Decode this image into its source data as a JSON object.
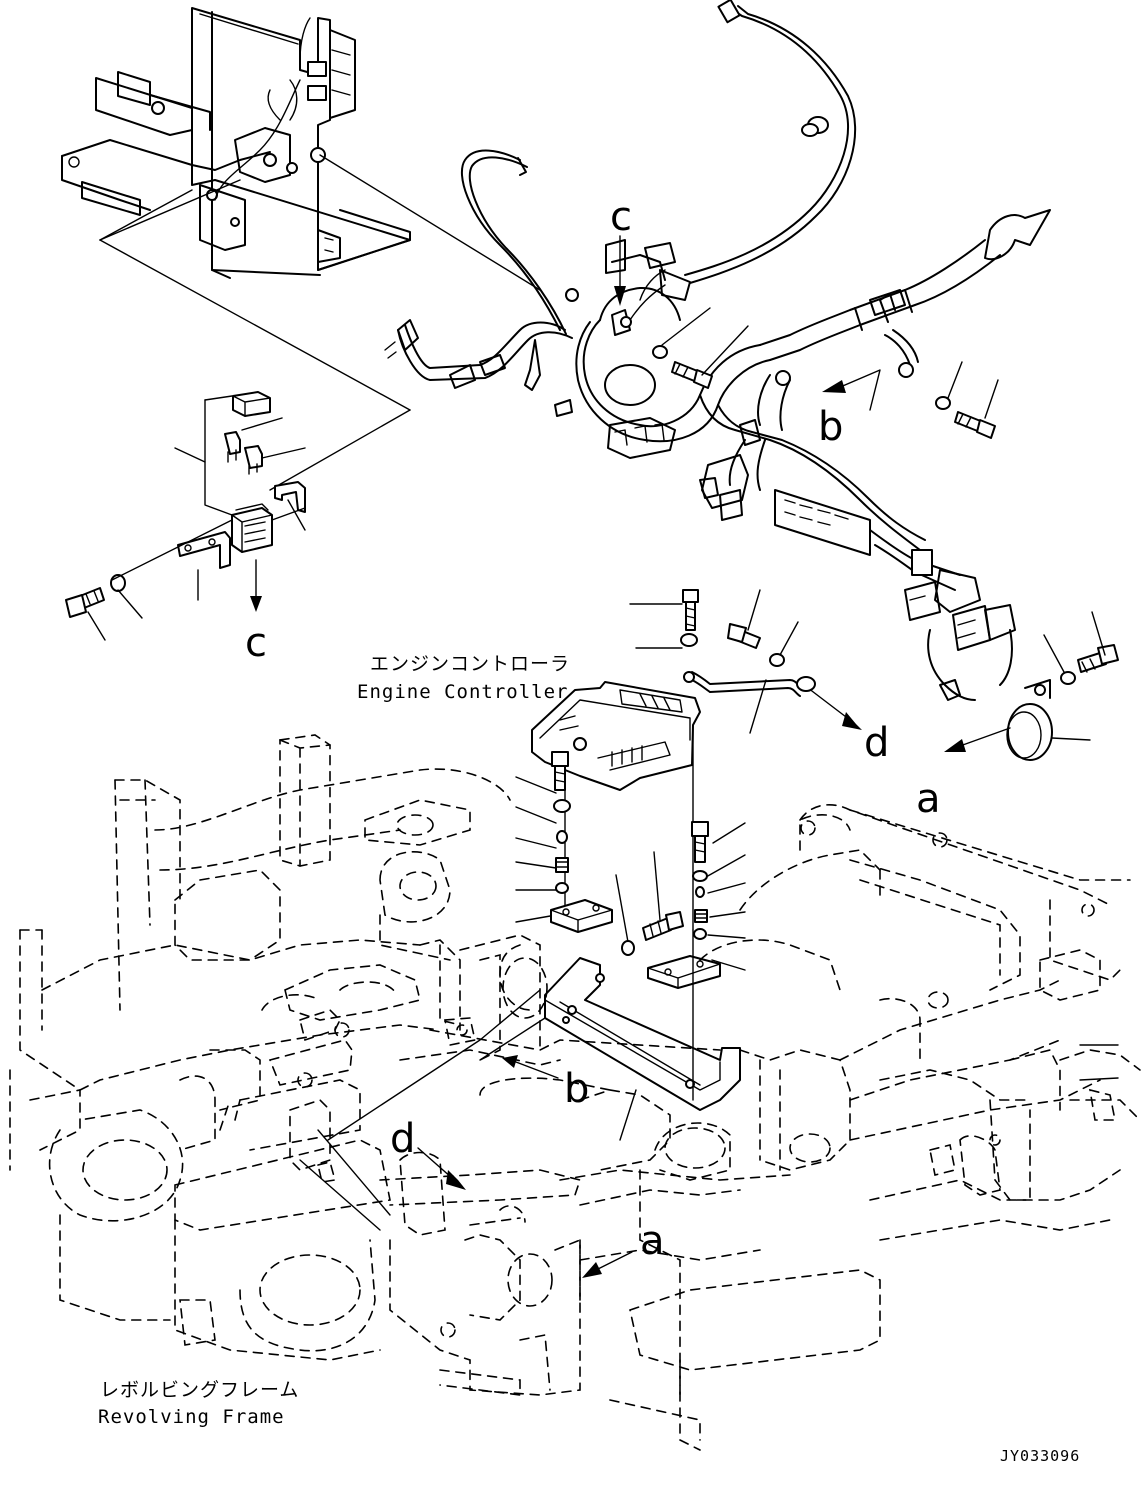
{
  "callouts": {
    "a_engine": "a",
    "a_frame": "a",
    "b_harness": "b",
    "b_frame": "b",
    "c_harness": "c",
    "c_relay": "c",
    "d_controller": "d",
    "d_frame": "d"
  },
  "labels": {
    "engine_controller_jp": "エンジンコントローラ",
    "engine_controller_en": "Engine Controller",
    "revolving_frame_jp": "レボルビングフレーム",
    "revolving_frame_en": "Revolving Frame"
  },
  "drawing_code": "JY033096"
}
